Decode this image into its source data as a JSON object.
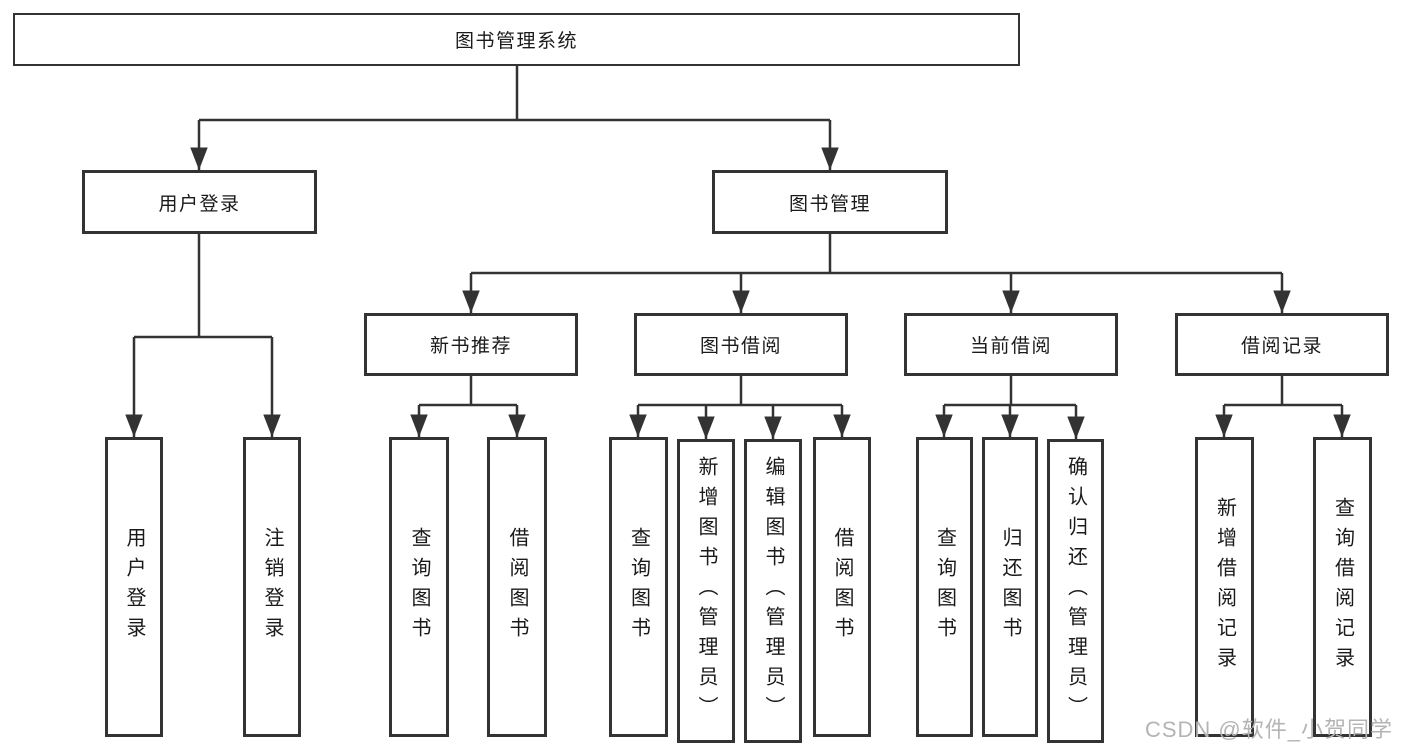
{
  "tree": {
    "root": "图书管理系统",
    "branches": [
      {
        "label": "用户登录",
        "children": [
          "用户登录",
          "注销登录"
        ]
      },
      {
        "label": "图书管理",
        "children": [
          {
            "label": "新书推荐",
            "children": [
              "查询图书",
              "借阅图书"
            ]
          },
          {
            "label": "图书借阅",
            "children": [
              "查询图书",
              "新增图书（管理员）",
              "编辑图书（管理员）",
              "借阅图书"
            ]
          },
          {
            "label": "当前借阅",
            "children": [
              "查询图书",
              "归还图书",
              "确认归还（管理员）"
            ]
          },
          {
            "label": "借阅记录",
            "children": [
              "新增借阅记录",
              "查询借阅记录"
            ]
          }
        ]
      }
    ]
  },
  "watermark": {
    "text": "CSDN @软件_小贺同学"
  },
  "colors": {
    "line": "#333333",
    "text": "#1a1a1a",
    "watermark": "#b4b4b4",
    "background": "#ffffff"
  }
}
